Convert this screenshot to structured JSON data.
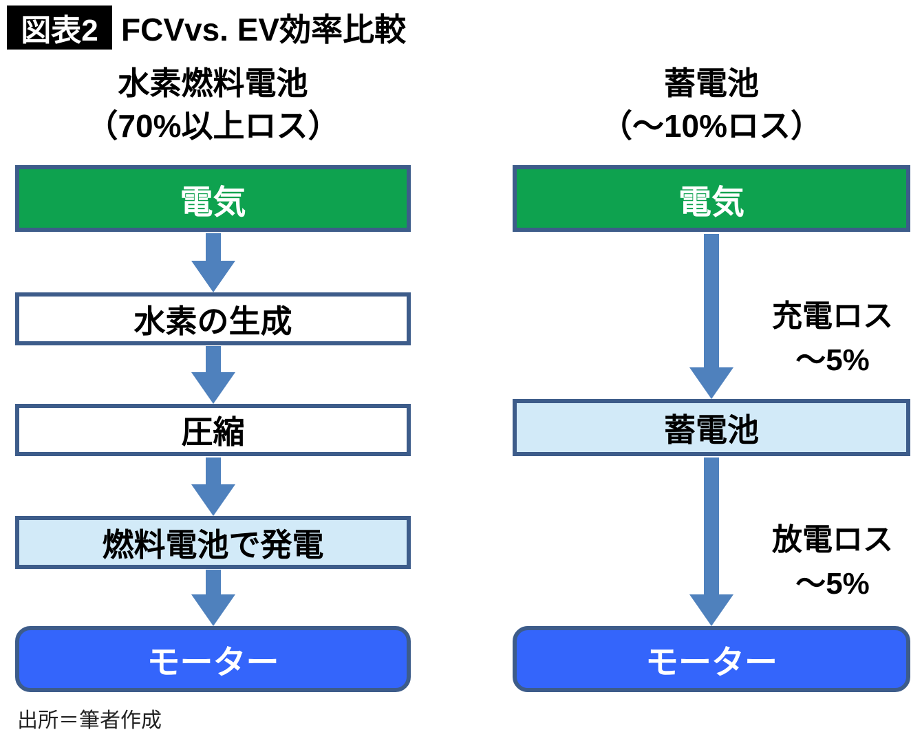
{
  "header": {
    "figure_label": "図表2",
    "title": "FCVvs. EV効率比較"
  },
  "left": {
    "header_line1": "水素燃料電池",
    "header_line2": "（70%以上ロス）",
    "steps": [
      {
        "label": "電気"
      },
      {
        "label": "水素の生成"
      },
      {
        "label": "圧縮"
      },
      {
        "label": "燃料電池で発電"
      },
      {
        "label": "モーター"
      }
    ]
  },
  "right": {
    "header_line1": "蓄電池",
    "header_line2": "（～10%ロス）",
    "steps": [
      {
        "label": "電気"
      },
      {
        "label": "蓄電池"
      },
      {
        "label": "モーター"
      }
    ],
    "losses": [
      {
        "line1": "充電ロス",
        "line2": "～5%"
      },
      {
        "line1": "放電ロス",
        "line2": "～5%"
      }
    ]
  },
  "footer": {
    "source": "出所＝筆者作成"
  },
  "colors": {
    "green_fill": "#0ea24f",
    "box_border": "#3d5c8a",
    "arrow_blue": "#4f81bd",
    "light_blue_fill": "#d2eaf8",
    "motor_blue_fill": "#3465fb",
    "badge_bg": "#000000"
  }
}
